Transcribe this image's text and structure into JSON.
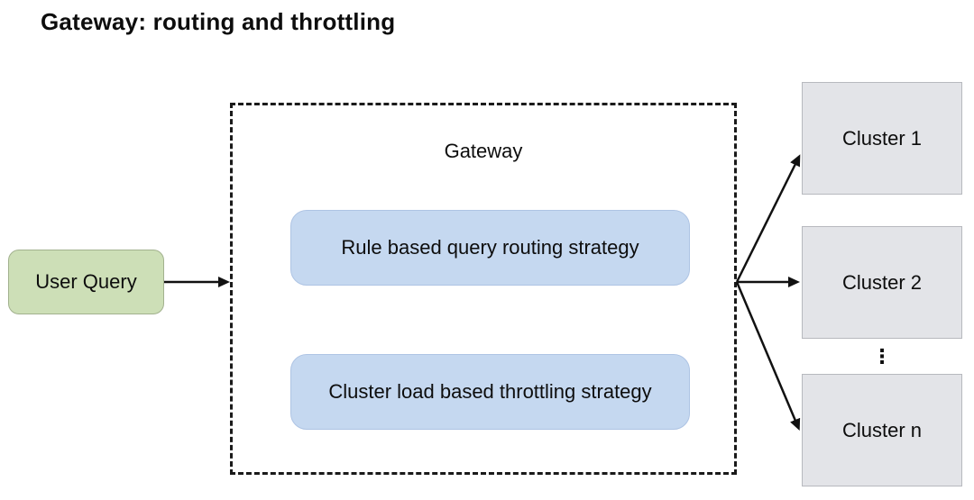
{
  "title": "Gateway: routing and throttling",
  "nodes": {
    "user_query": {
      "label": "User Query",
      "fill": "#cddfb7"
    },
    "gateway": {
      "label": "Gateway",
      "strategy_fill": "#c5d8f0",
      "strategies": [
        {
          "label": "Rule based query routing strategy"
        },
        {
          "label": "Cluster load based throttling strategy"
        }
      ]
    },
    "clusters": [
      {
        "label": "Cluster 1"
      },
      {
        "label": "Cluster 2"
      },
      {
        "label": "Cluster n"
      }
    ],
    "ellipsis": "⋮",
    "cluster_fill": "#e3e4e8"
  },
  "edges": [
    {
      "from": "User Query",
      "to": "Gateway"
    },
    {
      "from": "Gateway",
      "to": "Cluster 1"
    },
    {
      "from": "Gateway",
      "to": "Cluster 2"
    },
    {
      "from": "Gateway",
      "to": "Cluster n"
    }
  ],
  "colors": {
    "background": "#ffffff",
    "text": "#0d0d0d",
    "arrow": "#111111",
    "user_query_fill": "#cddfb7",
    "strategy_fill": "#c5d8f0",
    "cluster_fill": "#e3e4e8",
    "gateway_border": "#1a1a1a"
  }
}
